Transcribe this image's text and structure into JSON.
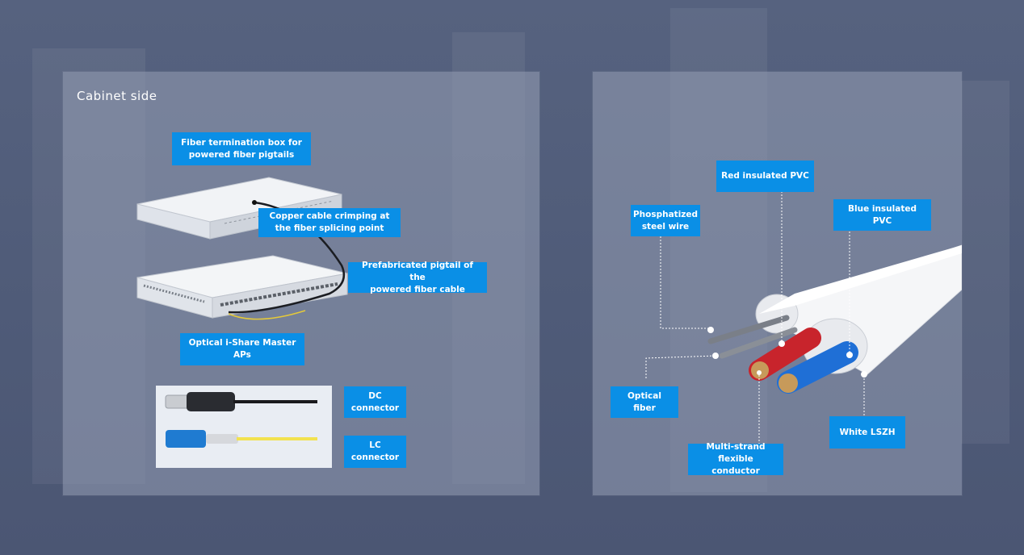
{
  "left_panel": {
    "title": "Cabinet side",
    "labels": {
      "fiber_termination_box": "Fiber termination box for\npowered fiber pigtails",
      "copper_crimping": "Copper cable crimping at\nthe fiber splicing point",
      "prefabricated_pigtail": "Prefabricated pigtail of the\npowered fiber cable",
      "master_aps": "Optical i-Share Master\nAPs",
      "dc_connector": "DC\nconnector",
      "lc_connector": "LC\nconnector"
    }
  },
  "right_panel": {
    "labels": {
      "red_pvc": "Red insulated PVC",
      "phosphatized_wire": "Phosphatized\nsteel wire",
      "blue_pvc": "Blue insulated PVC",
      "optical_fiber": "Optical fiber",
      "white_lszh": "White LSZH",
      "multi_strand": "Multi-strand\nflexible conductor"
    }
  },
  "colors": {
    "label_bg": "#0a8fe6",
    "background": "#56627f",
    "red_insulation": "#c8242c",
    "blue_insulation": "#1f6fd6"
  }
}
